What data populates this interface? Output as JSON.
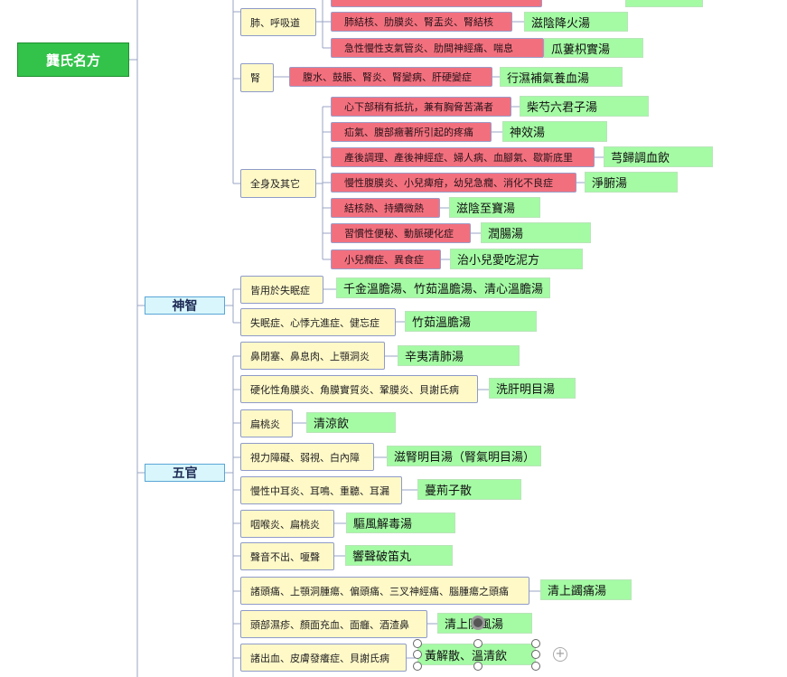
{
  "root": {
    "label": "龔氏名方"
  },
  "branches": {
    "shenzhi": "神智",
    "wuguan": "五官"
  },
  "nodes": {
    "fei": "肺、呼吸道",
    "fei_s1": "肺結核、肋膜炎、腎盂炎、腎結核",
    "fei_r1": "滋陰降火湯",
    "fei_s2": "急性慢性支氣管炎、肋間神經痛、喘息",
    "fei_r2": "瓜蔞枳實湯",
    "shen": "腎",
    "shen_s1": "腹水、鼓脹、腎炎、腎變病、肝硬變症",
    "shen_r1": "行濕補氣養血湯",
    "quan": "全身及其它",
    "q_s1": "心下部稍有抵抗，兼有胸脅苦滿者",
    "q_r1": "柴芍六君子湯",
    "q_s2": "疝氣、腹部癥著所引起的疼痛",
    "q_r2": "神效湯",
    "q_s3": "產後調理、產後神經症、婦人病、血腳氣、歇斯底里",
    "q_r3": "芎歸調血飲",
    "q_s4": "慢性腹膜炎、小兒痺疳，幼兒急癇、消化不良症",
    "q_r4": "淨腑湯",
    "q_s5": "結核熱、持續微熱",
    "q_r5": "滋陰至寶湯",
    "q_s6": "習慣性便秘、動脈硬化症",
    "q_r6": "潤腸湯",
    "q_s7": "小兒癇症、異食症",
    "q_r7": "治小兒愛吃泥方",
    "sz_c1": "皆用於失眠症",
    "sz_r1": "千金溫膽湯、竹茹溫膽湯、清心溫膽湯",
    "sz_c2": "失眠症、心悸亢進症、健忘症",
    "sz_r2": "竹茹溫膽湯",
    "wg_c1": "鼻閉塞、鼻息肉、上顎洞炎",
    "wg_r1": "辛夷清肺湯",
    "wg_c2": "硬化性角膜炎、角膜實質炎、鞏膜炎、貝謝氏病",
    "wg_r2": "洗肝明目湯",
    "wg_c3": "扁桃炎",
    "wg_r3": "清涼飲",
    "wg_c4": "視力障礙、弱視、白內障",
    "wg_r4": "滋腎明目湯（腎氣明目湯）",
    "wg_c5": "慢性中耳炎、耳鳴、重聽、耳漏",
    "wg_r5": "蔓荊子散",
    "wg_c6": "咽喉炎、扁桃炎",
    "wg_r6": "驅風解毒湯",
    "wg_c7": "聲音不出、嗄聲",
    "wg_r7": "響聲破笛丸",
    "wg_c8": "諸頭痛、上顎洞腫瘍、偏頭痛、三叉神經痛、腦腫瘍之頭痛",
    "wg_r8": "清上蠲痛湯",
    "wg_c9": "頭部濕疹、顏面充血、面癰、酒渣鼻",
    "wg_r9": "清上防風湯",
    "wg_c10": "諸出血、皮膚發癢症、貝謝氏病",
    "wg_r10": "黃解散、溫清飲"
  },
  "icons": {
    "add": "+",
    "add_name": "add-topic-icon",
    "drag_name": "drag-handle-icon"
  }
}
